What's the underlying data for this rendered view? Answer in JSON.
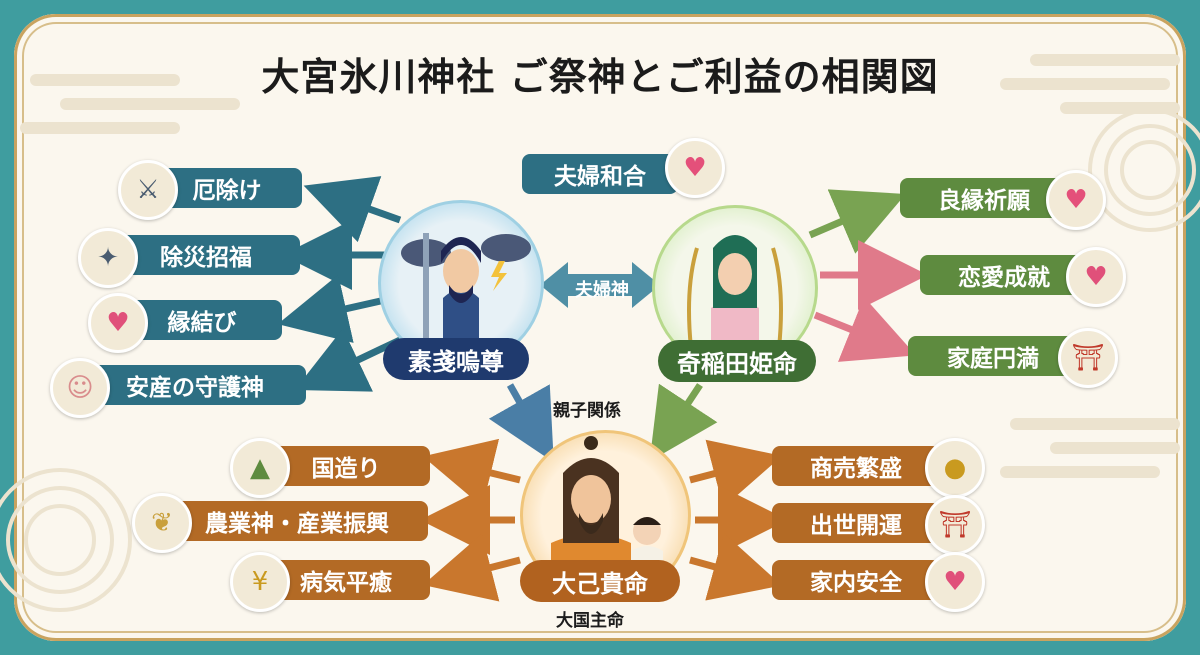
{
  "title": "大宮氷川神社 ご祭神とご利益の相関図",
  "susanoo": {
    "name": "素戔嗚尊",
    "benefits": [
      "厄除け",
      "除災招福",
      "縁結び",
      "安産の守護神"
    ],
    "icons": [
      "crossed-swords-icon",
      "sword-sparkle-icon",
      "heart-icon",
      "baby-icon"
    ]
  },
  "kushinada": {
    "name": "奇稲田姫命",
    "benefits": [
      "良縁祈願",
      "恋愛成就",
      "家庭円満"
    ],
    "icons": [
      "hearts-icon",
      "heart-icon",
      "torii-icon"
    ]
  },
  "ookuninushi": {
    "name": "大己貴命",
    "alias": "大国主命",
    "benefits": [
      "商売繁盛",
      "出世開運",
      "家内安全"
    ],
    "benefits_left": [
      "国造り",
      "農業神・産業振興",
      "病気平癒"
    ],
    "icons": [
      "coins-icon",
      "torii-icon",
      "hands-heart-icon"
    ],
    "icons_left": [
      "mountain-flag-icon",
      "rice-icon",
      "yen-coins-icon"
    ]
  },
  "fuufu_label": "夫婦神",
  "fuufu_benefit": "夫婦和合",
  "oyako_label": "親子関係",
  "colors": {
    "teal": "#2d6f83",
    "green": "#5e8b3f",
    "orange": "#b36a25",
    "frame": "#3f9d9f"
  }
}
